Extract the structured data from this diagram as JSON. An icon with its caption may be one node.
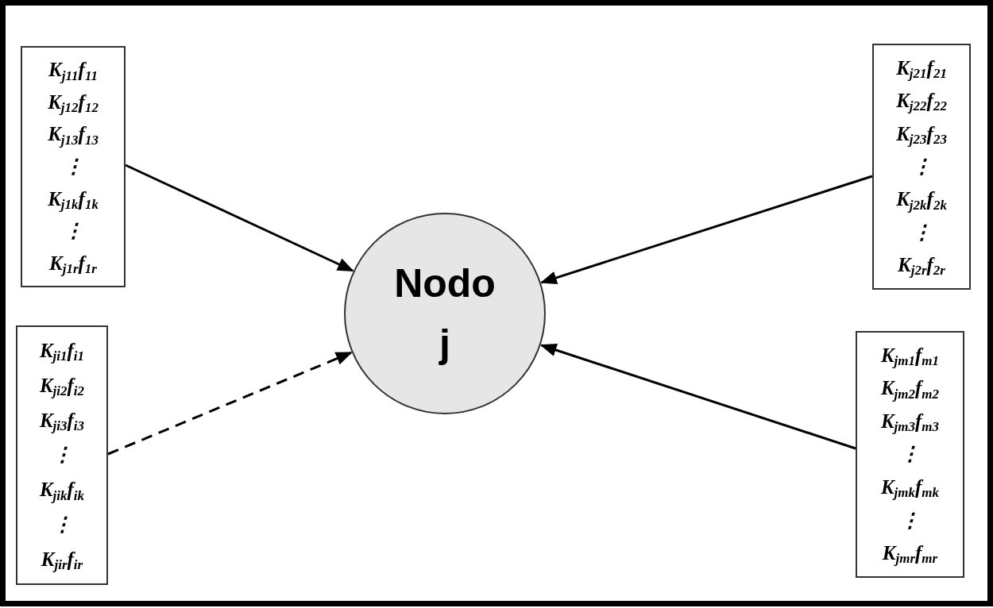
{
  "diagram": {
    "nodes": [
      {
        "text": [
          "K$_{j11}$f$_{11}$",
          "K$_{j12}$f$_{12}$",
          "K$_{j13}$f$_{13}$",
          "⋮",
          "K$_{j1k}$f$_{1k}$",
          "⋮",
          "K$_{j1r}$f$_{1r}$"
        ]
      },
      {
        "text": [
          "K$_{j21}$f$_{21}$",
          "K$_{j22}$f$_{22}$",
          "K$_{j23}$f$_{23}$",
          "⋮",
          "K$_{j2k}$f$_{2k}$",
          "⋮",
          "K$_{j2r}$f$_{2r}$"
        ]
      },
      {
        "text": [
          "Nodo j"
        ]
      },
      {
        "text": [
          "K$_{ji1}$f$_{i1}$",
          "K$_{ji2}$f$_{i2}$",
          "K$_{ji3}$f$_{i3}$",
          "⋮",
          "K$_{jik}$f$_{ik}$",
          "⋮",
          "K$_{jir}$f$_{ir}$"
        ]
      },
      {
        "text": [
          "K$_{jm1}$f$_{m1}$",
          "K$_{jm2}$f$_{m2}$",
          "K$_{jm3}$f$_{m3}$",
          "⋮",
          "K$_{jmk}$f$_{mk}$",
          "⋮",
          "K$_{jmr}$f$_{mr}$"
        ]
      }
    ],
    "edges": [
      {
        "from": 0,
        "to": 2,
        "arrow": "to"
      },
      {
        "from": 1,
        "to": 2,
        "arrow": "to"
      },
      {
        "from": 3,
        "to": 2,
        "arrow": "to",
        "style": "dashed"
      },
      {
        "from": 4,
        "to": 2,
        "arrow": "to"
      }
    ]
  }
}
